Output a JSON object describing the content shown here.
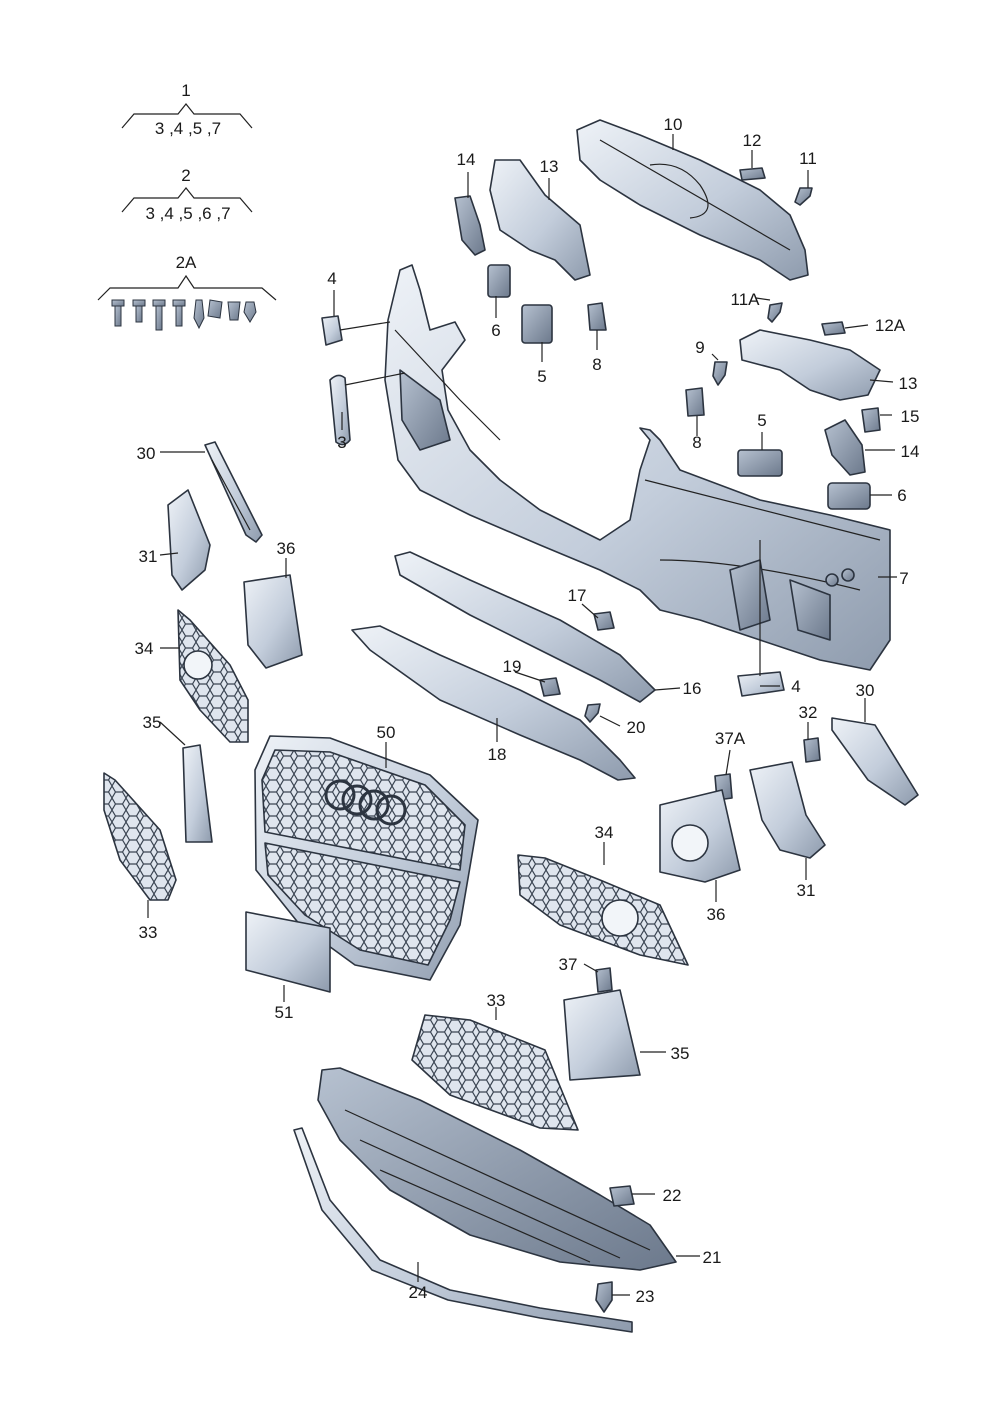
{
  "groups": {
    "g1": {
      "label": "1",
      "parts": "3 ,4 ,5 ,7"
    },
    "g2": {
      "label": "2",
      "parts": "3 ,4 ,5 ,6 ,7"
    },
    "g2a": {
      "label": "2A"
    }
  },
  "callouts": {
    "c3": "3",
    "c4": "4",
    "c4b": "4",
    "c5": "5",
    "c5b": "5",
    "c6": "6",
    "c6b": "6",
    "c7": "7",
    "c8": "8",
    "c8b": "8",
    "c9": "9",
    "c10": "10",
    "c11": "11",
    "c11a": "11A",
    "c12": "12",
    "c12a": "12A",
    "c13": "13",
    "c13b": "13",
    "c14": "14",
    "c14b": "14",
    "c15": "15",
    "c16": "16",
    "c17": "17",
    "c18": "18",
    "c19": "19",
    "c20": "20",
    "c21": "21",
    "c22": "22",
    "c23": "23",
    "c24": "24",
    "c30": "30",
    "c30b": "30",
    "c31": "31",
    "c31b": "31",
    "c32": "32",
    "c33": "33",
    "c33b": "33",
    "c34": "34",
    "c34b": "34",
    "c35": "35",
    "c35b": "35",
    "c36": "36",
    "c36b": "36",
    "c37": "37",
    "c37a": "37A",
    "c50": "50",
    "c51": "51"
  },
  "colors": {
    "part": "#c9d3e0",
    "part_dark": "#8e9bad",
    "outline": "#2c3440",
    "label": "#1a1a1a"
  }
}
